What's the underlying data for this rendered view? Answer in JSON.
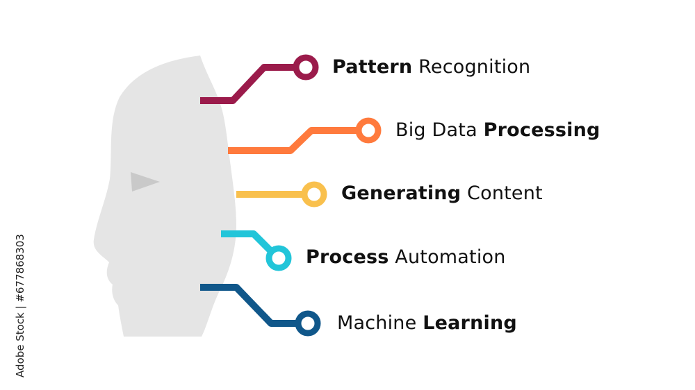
{
  "colors": {
    "head": "#e5e5e5",
    "eye": "#c9c9c9",
    "text": "#111111"
  },
  "items": [
    {
      "bold": "Pattern",
      "regular": " Recognition",
      "bold_first": true,
      "color": "#9b1b4b"
    },
    {
      "regular": "Big Data ",
      "bold": "Processing",
      "bold_first": false,
      "color": "#ff7a3d"
    },
    {
      "bold": "Generating",
      "regular": " Content",
      "bold_first": true,
      "color": "#f9c04d"
    },
    {
      "bold": "Process",
      "regular": " Automation",
      "bold_first": true,
      "color": "#22c5d9"
    },
    {
      "regular": "Machine ",
      "bold": "Learning",
      "bold_first": false,
      "color": "#10578a"
    }
  ],
  "watermark": "Adobe Stock | #677868303"
}
